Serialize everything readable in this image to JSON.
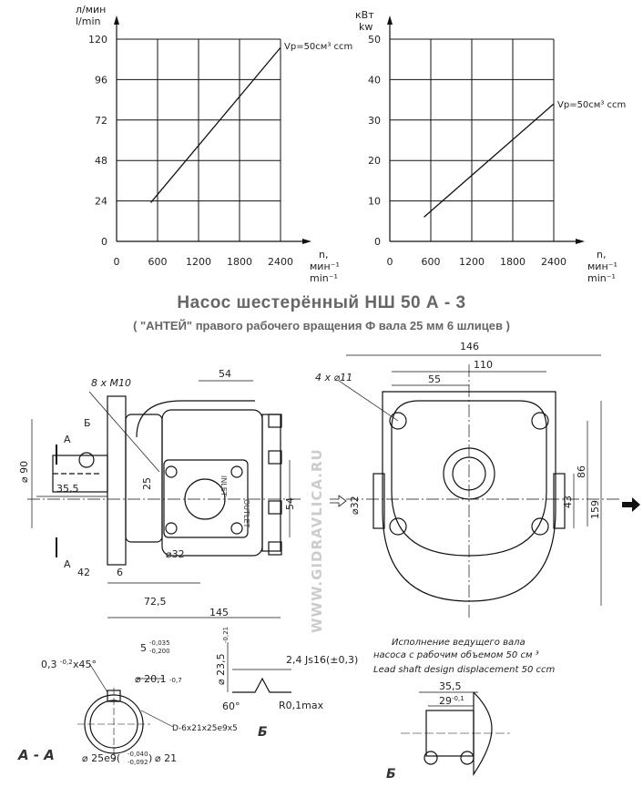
{
  "chart_data": [
    {
      "type": "line",
      "y_unit_label": [
        "л/мин",
        "l/min"
      ],
      "x_unit_label": [
        "n,",
        "мин⁻¹",
        "min⁻¹"
      ],
      "x_ticks": [
        "0",
        "600",
        "1200",
        "1800",
        "2400"
      ],
      "y_ticks": [
        "0",
        "24",
        "48",
        "72",
        "96",
        "120"
      ],
      "xlim": [
        0,
        2400
      ],
      "ylim": [
        0,
        120
      ],
      "grid": true,
      "series": [
        {
          "name": "Vp=50см³ ccm",
          "x": [
            500,
            2400
          ],
          "y": [
            23,
            115
          ]
        }
      ]
    },
    {
      "type": "line",
      "y_unit_label": [
        "кВт",
        "kw"
      ],
      "x_unit_label": [
        "n,",
        "мин⁻¹",
        "min⁻¹"
      ],
      "x_ticks": [
        "0",
        "600",
        "1200",
        "1800",
        "2400"
      ],
      "y_ticks": [
        "0",
        "10",
        "20",
        "30",
        "40",
        "50"
      ],
      "xlim": [
        0,
        2400
      ],
      "ylim": [
        0,
        50
      ],
      "grid": true,
      "series": [
        {
          "name": "Vp=50см³ ccm",
          "x": [
            500,
            2400
          ],
          "y": [
            6,
            34
          ]
        }
      ]
    }
  ],
  "header": {
    "title": "Насос шестерённый НШ 50 А - 3",
    "subtitle": "( \"АНТЕЙ\" правого рабочего вращения Ф вала 25 мм 6 шлицев )"
  },
  "drawing": {
    "watermark": "WWW.GIDRAVLICA.RU",
    "side_view": {
      "bolt_callout": "8 x M10",
      "dims": [
        "54",
        "⌀ 90",
        "35,5",
        "25",
        "⌀32",
        "54",
        "42",
        "6",
        "72,5",
        "145"
      ],
      "port_labels": [
        "INLET",
        "OUTLET"
      ],
      "section_marks": [
        "А",
        "А",
        "Б"
      ]
    },
    "front_view": {
      "hole_callout": "4 x ⌀11",
      "dims": [
        "146",
        "110",
        "55",
        "86",
        "43",
        "159",
        "⌀32"
      ]
    },
    "section_aa": {
      "label": "А - А",
      "chamfer": "0,3",
      "chamfer_tol": "-0,2",
      "chamfer_angle": "x45°",
      "key_width": "5",
      "key_tol_top": "-0,035",
      "key_tol_bottom": "-0,200",
      "dia_20": "⌀ 20,1",
      "dia_20_tol": "-0,7",
      "spline": "D-6x21x25e9x5",
      "dia_25": "⌀ 25e9(",
      "dia_25_tol_top": "-0,040",
      "dia_25_tol_bottom": "-0,092",
      "dia_25_close": ")",
      "dia_21": "⌀ 21"
    },
    "detail_b": {
      "label": "Б",
      "dia": "⌀ 23,5",
      "dia_tol": "-0,21",
      "width": "2,4 Js16(±0,3)",
      "angle": "60°",
      "radius": "R0,1max"
    },
    "lead_shaft": {
      "caption_ru_line1": "Исполнение ведущего вала",
      "caption_ru_line2": "насоса с рабочим объемом 50 см ³",
      "caption_en": "Lead shaft design displacement 50 ccm",
      "dim1": "35,5",
      "dim2": "29",
      "dim2_tol": "-0,1",
      "label": "Б"
    },
    "arrow_icon": "right-arrow-icon"
  }
}
